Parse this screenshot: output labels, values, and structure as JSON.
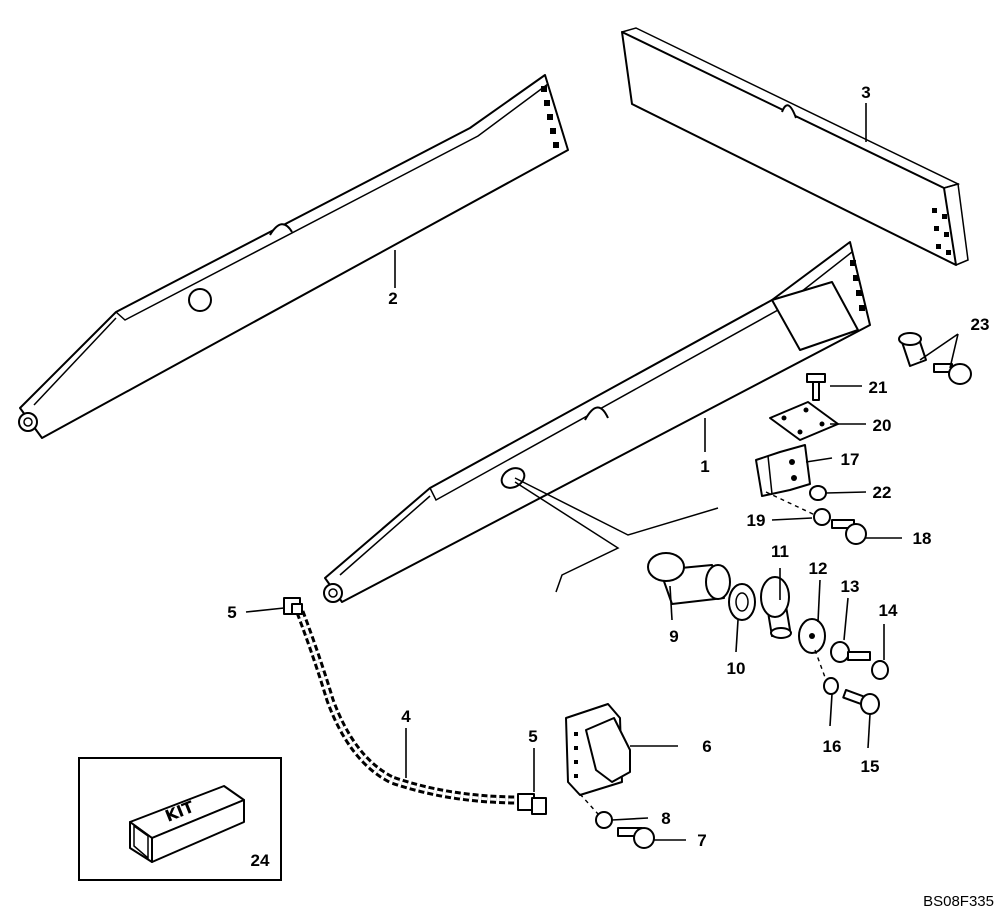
{
  "callouts": {
    "n1": "1",
    "n2": "2",
    "n3": "3",
    "n4": "4",
    "n5a": "5",
    "n5b": "5",
    "n6": "6",
    "n7": "7",
    "n8": "8",
    "n9": "9",
    "n10": "10",
    "n11": "11",
    "n12": "12",
    "n13": "13",
    "n14": "14",
    "n15": "15",
    "n16": "16",
    "n17": "17",
    "n18": "18",
    "n19": "19",
    "n20": "20",
    "n21": "21",
    "n22": "22",
    "n23": "23",
    "n24": "24"
  },
  "kit_label": "KIT",
  "figure_ref": "BS08F335"
}
